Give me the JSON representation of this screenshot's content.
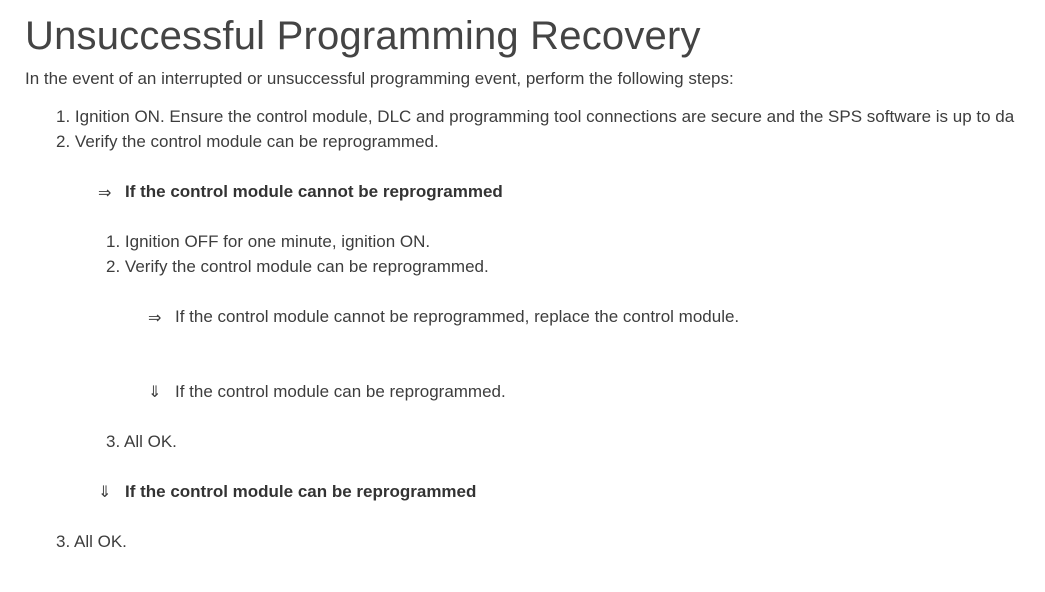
{
  "title": "Unsuccessful Programming Recovery",
  "intro": "In the event of an interrupted or unsuccessful programming event, perform the following steps:",
  "steps": [
    {
      "num": "1.",
      "text": "Ignition ON. Ensure the control module, DLC and programming tool connections are secure and the SPS software is up to da"
    },
    {
      "num": "2.",
      "text": "Verify the control module can be reprogrammed."
    }
  ],
  "branch_cannot": {
    "arrow": "⇒",
    "label": "If the control module cannot be reprogrammed",
    "substeps": [
      {
        "num": "1.",
        "text": "Ignition OFF for one minute, ignition ON."
      },
      {
        "num": "2.",
        "text": "Verify the control module can be reprogrammed."
      }
    ],
    "inner_cannot": {
      "arrow": "⇒",
      "text": "If the control module cannot be reprogrammed, replace the control module."
    },
    "inner_can": {
      "arrow": "⇓",
      "text": "If the control module can be reprogrammed."
    },
    "substep3": {
      "num": "3.",
      "text": "All OK."
    }
  },
  "branch_can": {
    "arrow": "⇓",
    "label": "If the control module can be reprogrammed"
  },
  "step3": {
    "num": "3.",
    "text": "All OK."
  }
}
